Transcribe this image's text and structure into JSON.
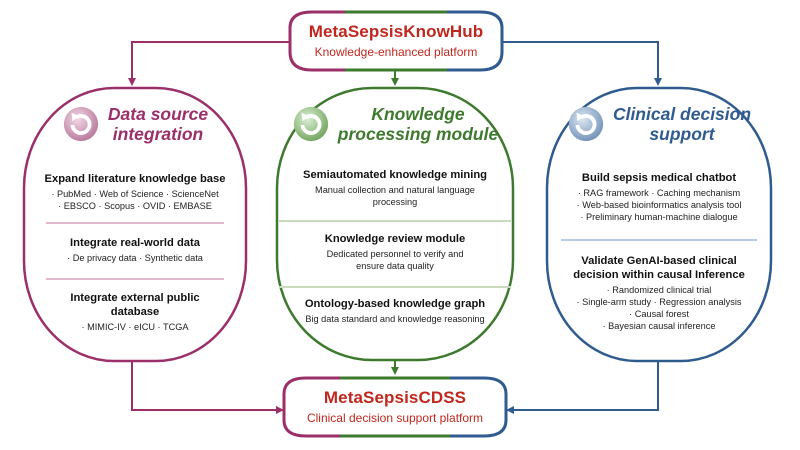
{
  "colors": {
    "purple": "#9b2f6a",
    "green": "#3d7a2e",
    "blue": "#2f5b8f",
    "red_text": "#c0281f"
  },
  "top_hub": {
    "title": "MetaSepsisKnowHub",
    "subtitle": "Knowledge-enhanced platform"
  },
  "bottom_hub": {
    "title": "MetaSepsisCDSS",
    "subtitle": "Clinical decision support platform"
  },
  "left_panel": {
    "icon": "cycle-arrow-icon",
    "title_line1": "Data source",
    "title_line2": "integration",
    "sections": [
      {
        "title": "Expand literature knowledge base",
        "lines": [
          "· PubMed  · Web of Science  · ScienceNet",
          "· EBSCO  · Scopus  · OVID  · EMBASE"
        ]
      },
      {
        "title": "Integrate real-world data",
        "lines": [
          "· De privacy data  · Synthetic data"
        ]
      },
      {
        "title_line1": "Integrate external public",
        "title_line2": "database",
        "lines": [
          "· MIMIC-IV  · eICU  · TCGA"
        ]
      }
    ]
  },
  "middle_panel": {
    "icon": "cycle-arrow-icon",
    "title_line1": "Knowledge",
    "title_line2": "processing module",
    "sections": [
      {
        "title": "Semiautomated knowledge mining",
        "lines": [
          "Manual collection and natural language",
          "processing"
        ]
      },
      {
        "title": "Knowledge review module",
        "lines": [
          "Dedicated personnel to verify and",
          "ensure data quality"
        ]
      },
      {
        "title": "Ontology-based knowledge graph",
        "lines": [
          "Big data standard and knowledge reasoning"
        ]
      }
    ]
  },
  "right_panel": {
    "icon": "cycle-arrow-icon",
    "title_line1": "Clinical decision",
    "title_line2": "support",
    "sections": [
      {
        "title": "Build sepsis medical chatbot",
        "lines": [
          "· RAG framework   · Caching mechanism",
          "· Web-based bioinformatics analysis tool",
          "· Preliminary human-machine dialogue"
        ]
      },
      {
        "title_line1": "Validate GenAI-based clinical",
        "title_line2": "decision within causal Inference",
        "lines": [
          "· Randomized clinical trial",
          "· Single-arm study  · Regression analysis",
          "· Causal forest",
          "· Bayesian causal inference"
        ]
      }
    ]
  }
}
